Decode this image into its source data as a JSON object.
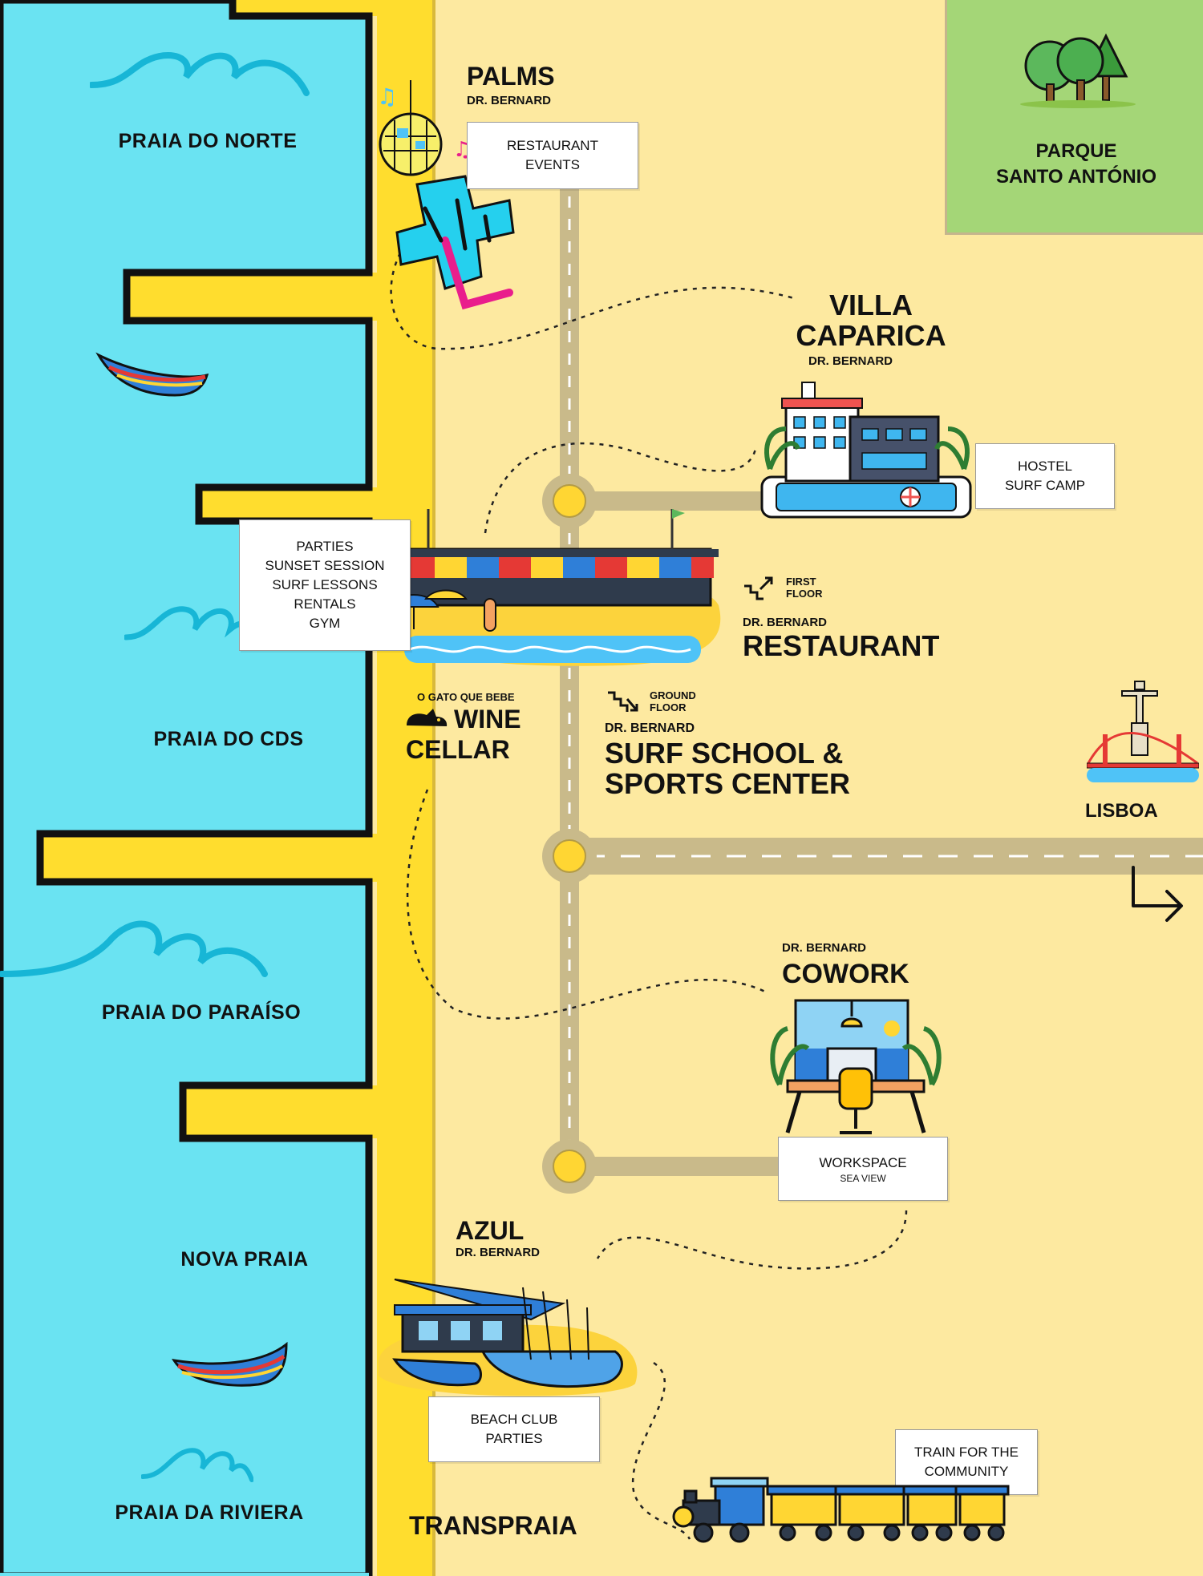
{
  "beaches": [
    {
      "label": "PRAIA DO NORTE"
    },
    {
      "label": "PRAIA DO CDS"
    },
    {
      "label": "PRAIA DO PARAÍSO"
    },
    {
      "label": "NOVA PRAIA"
    },
    {
      "label": "PRAIA DA RIVIERA"
    }
  ],
  "park": {
    "line1": "PARQUE",
    "line2": "SANTO ANTÓNIO"
  },
  "palms": {
    "title": "PALMS",
    "brand": "DR. BERNARD",
    "info": [
      "RESTAURANT",
      "EVENTS"
    ]
  },
  "villa": {
    "title1": "VILLA",
    "title2": "CAPARICA",
    "brand": "DR. BERNARD",
    "info": [
      "HOSTEL",
      "SURF CAMP"
    ]
  },
  "beach_bar": {
    "info": [
      "PARTIES",
      "SUNSET SESSION",
      "SURF LESSONS",
      "RENTALS",
      "GYM"
    ]
  },
  "restaurant": {
    "floor1": "FIRST",
    "floor2": "FLOOR",
    "brand": "DR. BERNARD",
    "title": "RESTAURANT"
  },
  "wine": {
    "brand": "O GATO QUE BEBE",
    "title1": "WINE",
    "title2": "CELLAR"
  },
  "surf": {
    "floor1": "GROUND",
    "floor2": "FLOOR",
    "brand": "DR. BERNARD",
    "title1": "SURF SCHOOL &",
    "title2": "SPORTS CENTER"
  },
  "lisboa": {
    "label": "LISBOA"
  },
  "cowork": {
    "brand": "DR. BERNARD",
    "title": "COWORK",
    "info": "WORKSPACE",
    "sub": "SEA VIEW"
  },
  "azul": {
    "title": "AZUL",
    "brand": "DR. BERNARD",
    "info": [
      "BEACH CLUB",
      "PARTIES"
    ]
  },
  "train": {
    "info1": "TRAIN FOR THE",
    "info2": "COMMUNITY",
    "title": "TRANSPRAIA"
  },
  "colors": {
    "sea": "#6ae3f2",
    "sand": "#fde9a0",
    "beach_strip": "#ffdd2e",
    "road": "#c9ba8a",
    "park": "#a4d677",
    "wave": "#17b6d6"
  }
}
